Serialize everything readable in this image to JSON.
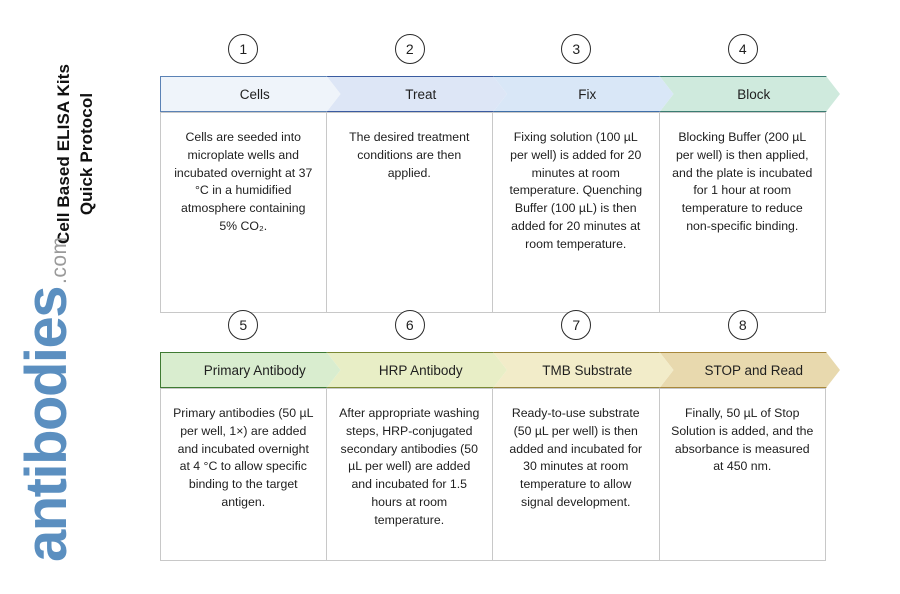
{
  "page": {
    "title": "Cell Based ELISA Kits\nQuick Protocol",
    "title_line1": "Cell Based ELISA Kits",
    "title_line2": "Quick Protocol",
    "background": "#ffffff"
  },
  "logo": {
    "word": "antibodies",
    "tld": ".com",
    "word_color": "#5b8fc0",
    "tld_color": "#9a9a9a"
  },
  "flow": {
    "rows": [
      {
        "steps": [
          {
            "number": "1",
            "label": "Cells",
            "fill": "#eff4fa",
            "border": "#5b82b5",
            "text": "Cells are seeded into microplate wells and incubated overnight at 37 °C in a humidified atmosphere containing 5% CO₂."
          },
          {
            "number": "2",
            "label": "Treat",
            "fill": "#dde6f6",
            "border": "#3a5ba0",
            "text": "The desired treatment conditions are then applied."
          },
          {
            "number": "3",
            "label": "Fix",
            "fill": "#d9e7f7",
            "border": "#3f6fa8",
            "text": "Fixing solution (100 µL per well) is added for 20 minutes at room temperature. Quenching Buffer (100 µL) is then added for 20 minutes at room temperature."
          },
          {
            "number": "4",
            "label": "Block",
            "fill": "#cfeadd",
            "border": "#3b7c72",
            "text": "Blocking Buffer (200 µL per well) is then applied, and the plate is incubated for 1 hour at room temperature to reduce non-specific binding."
          }
        ]
      },
      {
        "steps": [
          {
            "number": "5",
            "label": "Primary Antibody",
            "fill": "#d9edcf",
            "border": "#3f7a32",
            "text": "Primary antibodies (50 µL per well, 1×) are added and incubated overnight at 4 °C to allow specific binding to the target antigen."
          },
          {
            "number": "6",
            "label": "HRP Antibody",
            "fill": "#e8eec6",
            "border": "#7b8a35",
            "text": "After appropriate washing steps, HRP-conjugated secondary antibodies (50 µL per well) are added and incubated for 1.5 hours at room temperature."
          },
          {
            "number": "7",
            "label": "TMB Substrate",
            "fill": "#f2ecc9",
            "border": "#97863c",
            "text": "Ready-to-use substrate (50 µL per well) is then added and incubated for 30 minutes at room temperature to allow signal development."
          },
          {
            "number": "8",
            "label": "STOP and Read",
            "fill": "#e8d9ae",
            "border": "#a8883c",
            "text": "Finally, 50 µL of Stop Solution is added, and the absorbance is measured at 450 nm."
          }
        ]
      }
    ]
  }
}
